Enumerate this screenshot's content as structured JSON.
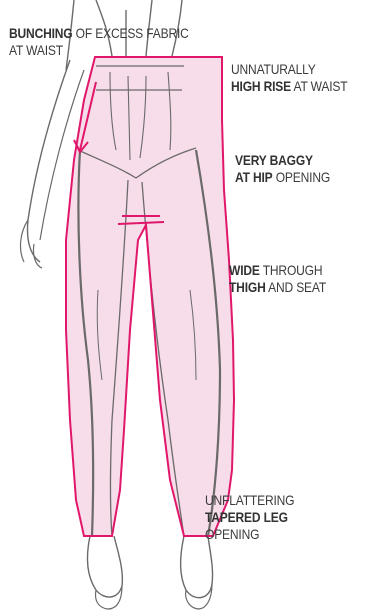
{
  "colors": {
    "fit_outline": "#e0176a",
    "fit_fill": "#f7dce9",
    "sketch_line": "#6a6a6a",
    "text": "#3c3c3c"
  },
  "callouts": {
    "bunching": {
      "bold": "BUNCHING",
      "rest": " OF EXCESS FABRIC",
      "line2": "AT WAIST"
    },
    "high_rise": {
      "line1": "UNNATURALLY",
      "bold": "HIGH RISE",
      "rest": " AT WAIST"
    },
    "baggy_hip": {
      "line1": "VERY BAGGY",
      "bold": "AT HIP",
      "rest": " OPENING"
    },
    "wide_thigh": {
      "bold1": "WIDE",
      "rest1": " THROUGH",
      "bold2": "THIGH",
      "rest2": " AND SEAT"
    },
    "tapered_leg": {
      "line1": "UNFLATTERING",
      "bold": "TAPERED LEG",
      "line3": "OPENING"
    }
  }
}
